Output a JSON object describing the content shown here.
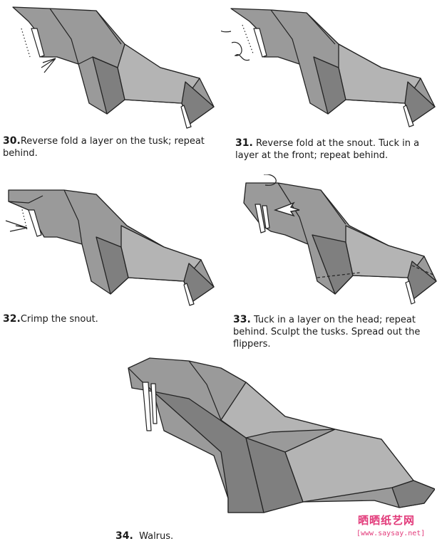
{
  "steps": [
    {
      "number": "30.",
      "text": "Reverse fold a layer on the tusk; repeat behind."
    },
    {
      "number": "31.",
      "text": "Reverse fold at the snout.  Tuck in a layer at the front; repeat behind."
    },
    {
      "number": "32.",
      "text": "Crimp the snout."
    },
    {
      "number": "33.",
      "text": "Tuck in  a layer on the head; repeat behind.  Sculpt the tusks.  Spread out the flippers."
    },
    {
      "number": "34.",
      "text": "Walrus."
    }
  ],
  "watermark": {
    "title": "晒晒纸艺网",
    "url": "[www.saysay.net]"
  },
  "colors": {
    "paper_gray": "#9a9a9a",
    "watermark": "#e23a7a"
  }
}
